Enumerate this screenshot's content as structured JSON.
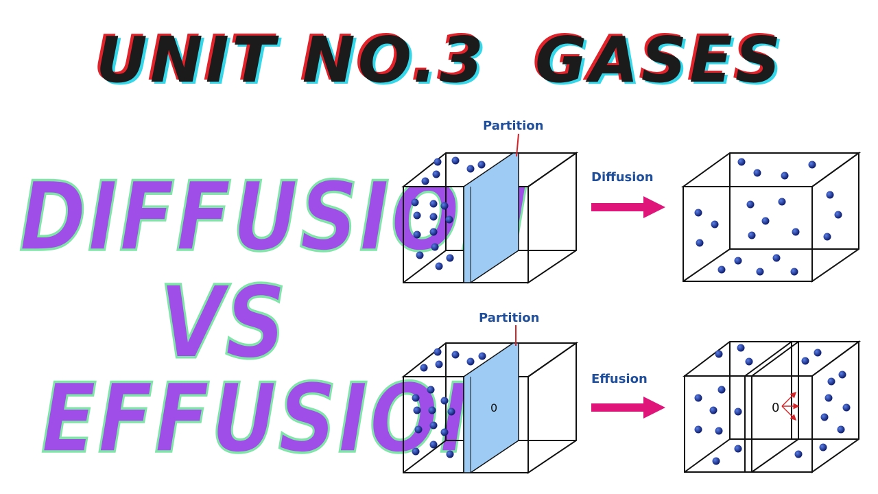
{
  "title": {
    "left": "UNIT NO.3",
    "right": "GASES"
  },
  "words": {
    "top": "DIFFUSION",
    "middle": "VS",
    "bottom": "EFFUSION"
  },
  "diagram": {
    "top": {
      "partition_label": "Partition",
      "arrow_label": "Diffusion"
    },
    "bottom": {
      "partition_label": "Partition",
      "arrow_label": "Effusion",
      "hole_label": "0",
      "hole_label_after": "0"
    }
  },
  "colors": {
    "title_text": "#1b1b1b",
    "title_shadow_red": "#e0222a",
    "title_shadow_cyan": "#36d7e8",
    "big_word_fill": "#a04ee8",
    "big_word_outline": "#7fe6a8",
    "partition_fill": "#9ecbf3",
    "arrow": "#e0157a",
    "label_blue": "#1f4e9a",
    "molecule": "#0d1d6e"
  }
}
